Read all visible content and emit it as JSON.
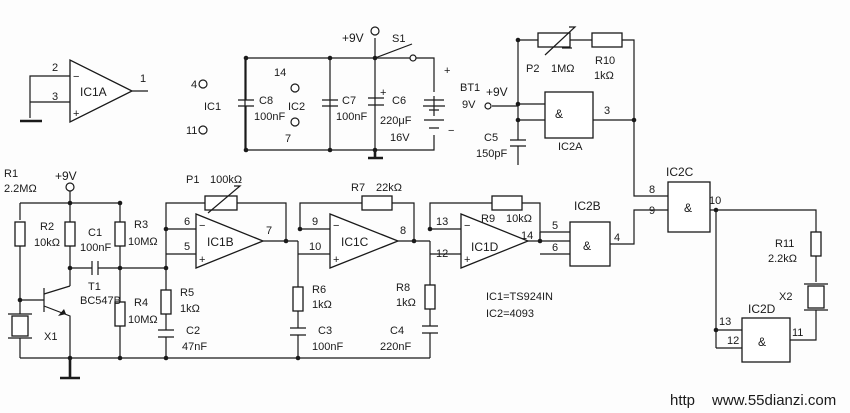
{
  "ic1a": {
    "name": "IC1A",
    "p1": "1",
    "p2": "2",
    "p3": "3",
    "minus": "−",
    "plus": "+"
  },
  "supply": {
    "v": "+9V",
    "s1": "S1",
    "bt": "BT1",
    "btv": "9V",
    "plus": "+",
    "minus": "−"
  },
  "pow": {
    "ic1": "IC1",
    "ic1p4": "4",
    "ic1p11": "11",
    "ic2": "IC2",
    "ic2p14": "14",
    "ic2p7": "7",
    "c8": "C8",
    "c8v": "100nF",
    "c7": "C7",
    "c7v": "100nF",
    "c6": "C6",
    "c6v": "220μF",
    "c6v2": "16V",
    "c6plus": "+"
  },
  "osc": {
    "v": "+9V",
    "r1": "R1",
    "r1v": "2.2MΩ",
    "r2": "R2",
    "r2v": "10kΩ",
    "c1": "C1",
    "c1v": "100nF",
    "r3": "R3",
    "r3v": "10MΩ",
    "r4": "R4",
    "r4v": "10MΩ",
    "t1": "T1",
    "t1v": "BC547B",
    "x1": "X1"
  },
  "amp": {
    "p1": "P1",
    "p1v": "100kΩ",
    "ic1b": "IC1B",
    "b6": "6",
    "b5": "5",
    "b7": "7",
    "r5": "R5",
    "r5v": "1kΩ",
    "c2": "C2",
    "c2v": "47nF",
    "r7": "R7",
    "r7v": "22kΩ",
    "ic1c": "IC1C",
    "c9": "9",
    "c10": "10",
    "c8pin": "8",
    "r6": "R6",
    "r6v": "1kΩ",
    "c3": "C3",
    "c3v": "100nF",
    "r8": "R8",
    "r8v": "1kΩ",
    "c4": "C4",
    "c4v": "220nF",
    "r9": "R9",
    "r9v": "10kΩ",
    "ic1d": "IC1D",
    "d13": "13",
    "d12": "12",
    "d14": "14",
    "minus": "−",
    "plus": "+"
  },
  "logic": {
    "v": "+9V",
    "p2": "P2",
    "p2v": "1MΩ",
    "r10": "R10",
    "r10v": "1kΩ",
    "ic2a": "IC2A",
    "a3": "3",
    "c5": "C5",
    "c5v": "150pF",
    "ic2b": "IC2B",
    "b5": "5",
    "b6": "6",
    "b4": "4",
    "ic2c": "IC2C",
    "c8": "8",
    "c9": "9",
    "c10": "10",
    "r11": "R11",
    "r11v": "2.2kΩ",
    "x2": "X2",
    "ic2d": "IC2D",
    "d13": "13",
    "d12": "12",
    "d11": "11",
    "gate": "&"
  },
  "legend": {
    "line1": "IC1=TS924IN",
    "line2": "IC2=4093"
  },
  "watermark": {
    "left": "http",
    "url": "www.55dianzi.com"
  }
}
